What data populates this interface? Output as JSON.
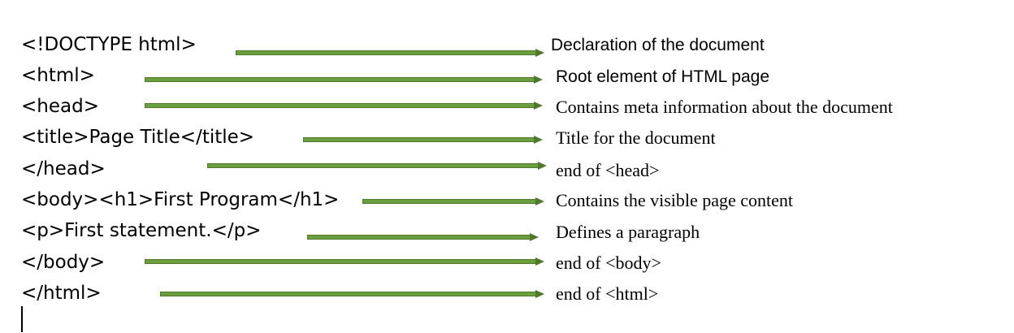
{
  "rows": [
    {
      "code": "<!DOCTYPE html>",
      "desc": "Declaration of the document"
    },
    {
      "code": "<html>",
      "desc": "Root element of HTML page"
    },
    {
      "code": "<head>",
      "desc": "Contains meta information about the document"
    },
    {
      "code": "<title>Page Title</title>",
      "desc": "Title for the document"
    },
    {
      "code": "</head>",
      "desc": "end of <head>"
    },
    {
      "code": "<body><h1>First Program</h1>",
      "desc": "Contains the visible page content"
    },
    {
      "code": "<p>First statement.</p>",
      "desc": "Defines a paragraph"
    },
    {
      "code": "</body>",
      "desc": "end of <body>"
    },
    {
      "code": "</html>",
      "desc": "end of <html>"
    }
  ],
  "colors": {
    "arrow": "#6b9e3e",
    "text": "#000000"
  }
}
